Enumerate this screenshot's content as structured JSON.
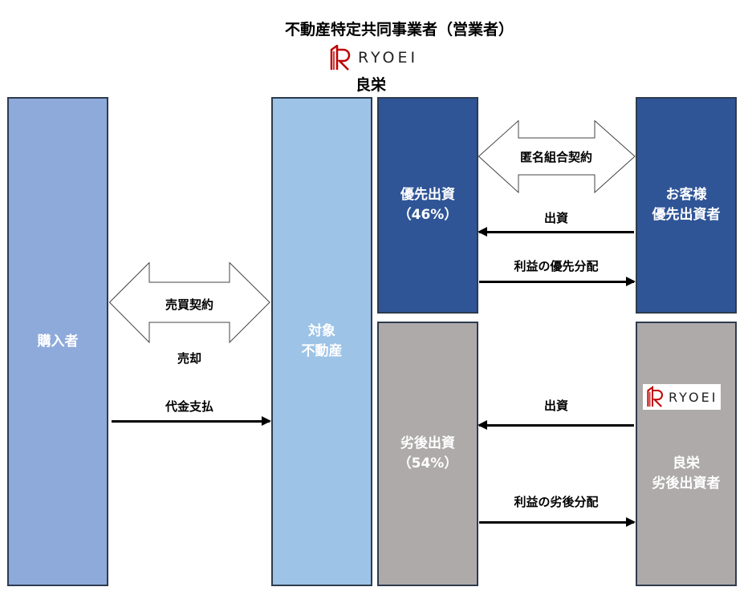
{
  "title": "不動産特定共同事業者（営業者）",
  "operator": {
    "logo_text": "RYOEI",
    "name": "良栄"
  },
  "boxes": {
    "buyer": "購入者",
    "property": [
      "対象",
      "不動産"
    ],
    "priority": [
      "優先出資",
      "（46%）"
    ],
    "subordinate": [
      "劣後出資",
      "（54%）"
    ],
    "customer": [
      "お客様",
      "優先出資者"
    ],
    "ryoei": {
      "logo_text": "RYOEI",
      "lines": [
        "良栄",
        "劣後出資者"
      ]
    }
  },
  "left_flow": {
    "contract": "売買契約",
    "sale": "売却",
    "payment": "代金支払"
  },
  "right_flow": {
    "contract": "匿名組合契約",
    "investment_priority": "出資",
    "distribution_priority": "利益の優先分配",
    "investment_subordinate": "出資",
    "distribution_subordinate": "利益の劣後分配"
  },
  "colors": {
    "buyer": "#8eaadb",
    "property": "#9dc3e6",
    "priority": "#2f5597",
    "subordinate": "#aeaaaa",
    "logo_red": "#c00000"
  }
}
